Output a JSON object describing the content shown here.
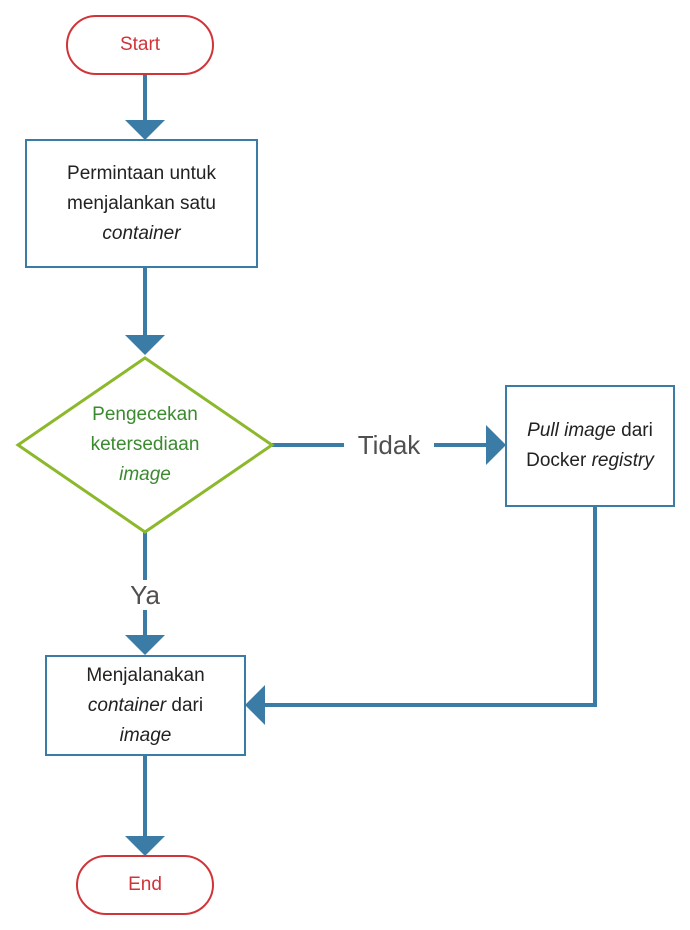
{
  "colors": {
    "connector": "#3a7ca5",
    "box_border": "#3a7ca5",
    "terminal_border": "#d13438",
    "terminal_text": "#d13438",
    "decision_border": "#8cb82b",
    "decision_text": "#3a8a2e",
    "edge_label_text": "#505050"
  },
  "nodes": {
    "start": {
      "text": "Start"
    },
    "request": {
      "line1": "Permintaan untuk",
      "line2": "menjalankan satu",
      "line3_italic": "container"
    },
    "check": {
      "line1": "Pengecekan",
      "line2": "ketersediaan",
      "line3_italic": "image"
    },
    "pull": {
      "l1_italic": "Pull image",
      "l1_rest": " dari",
      "l2_plain": "Docker ",
      "l2_italic": "registry"
    },
    "run": {
      "line1": "Menjalanakan",
      "line2_italic": "container",
      "line2_rest": " dari",
      "line3_italic": "image"
    },
    "end": {
      "text": "End"
    }
  },
  "edges": {
    "no_label": "Tidak",
    "yes_label": "Ya"
  }
}
